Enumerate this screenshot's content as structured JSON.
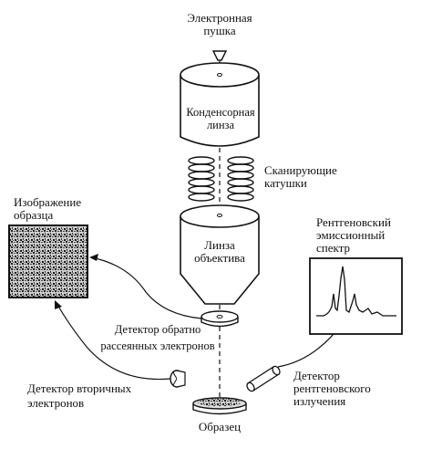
{
  "labels": {
    "electron_gun": "Электронная\nпушка",
    "condenser_lens": "Конденсорная\nлинза",
    "scan_coils": "Сканирующие\nкатушки",
    "sample_image": "Изображение\nобразца",
    "objective_lens": "Линза\nобъектива",
    "xray_spectrum": "Рентгеновский\nэмиссионный\nспектр",
    "backscatter_detector": "Детектор обратно\nрассеянных электронов",
    "secondary_detector": "Детектор вторичных\nэлектронов",
    "xray_detector": "Детектор\nрентгеновского\nизлучения",
    "sample": "Образец"
  },
  "colors": {
    "stroke": "#111111",
    "noise_dark": "#222222",
    "noise_light": "#d8d8d8",
    "background": "#ffffff"
  }
}
